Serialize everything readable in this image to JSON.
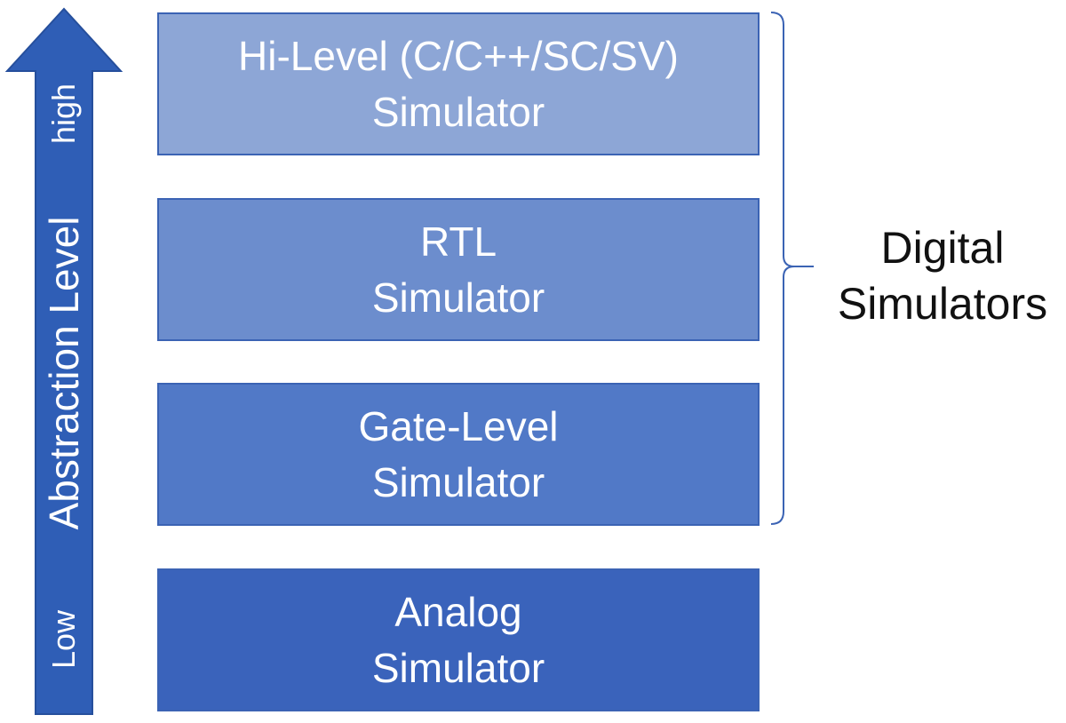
{
  "arrow": {
    "high_label": "high",
    "main_label": "Abstraction Level",
    "low_label": "Low",
    "color": "#2f5eb6"
  },
  "levels": [
    {
      "line1": "Hi-Level (C/C++/SC/SV)",
      "line2": "Simulator",
      "color": "#8da6d6"
    },
    {
      "line1": "RTL",
      "line2": "Simulator",
      "color": "#6c8dcd"
    },
    {
      "line1": "Gate-Level",
      "line2": "Simulator",
      "color": "#5179c7"
    },
    {
      "line1": "Analog",
      "line2": "Simulator",
      "color": "#3a63bb"
    }
  ],
  "group_label": {
    "line1": "Digital",
    "line2": "Simulators"
  }
}
